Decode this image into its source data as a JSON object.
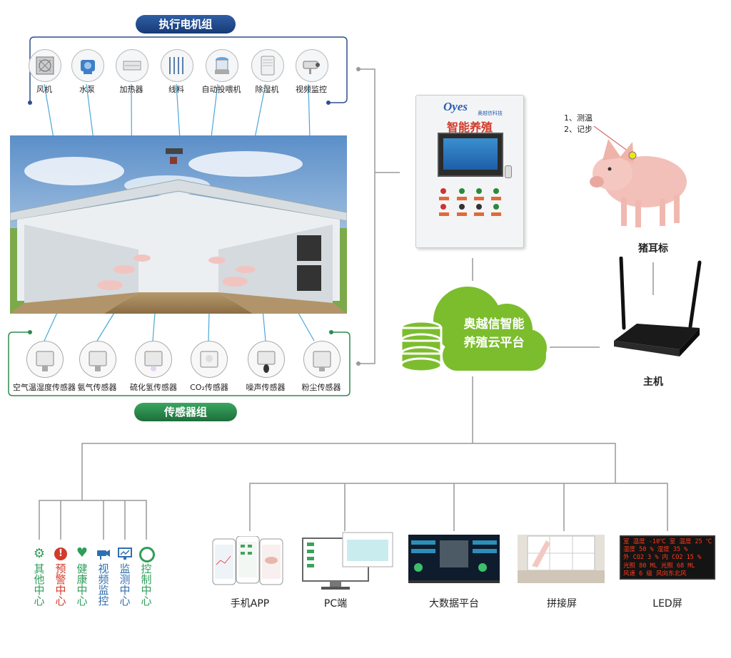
{
  "actuators": {
    "title": "执行电机组",
    "items": [
      {
        "label": "风机",
        "icon": "fan-icon"
      },
      {
        "label": "水泵",
        "icon": "water-pump-icon"
      },
      {
        "label": "加热器",
        "icon": "heater-icon"
      },
      {
        "label": "线料",
        "icon": "feed-line-icon"
      },
      {
        "label": "自动投喂机",
        "icon": "auto-feeder-icon"
      },
      {
        "label": "除湿机",
        "icon": "dehumidifier-icon"
      },
      {
        "label": "视频监控",
        "icon": "camera-icon"
      }
    ]
  },
  "sensors": {
    "title": "传感器组",
    "items": [
      {
        "label": "空气温湿度传感器"
      },
      {
        "label": "氨气传感器"
      },
      {
        "label": "硫化氢传感器"
      },
      {
        "label": "CO₂传感器"
      },
      {
        "label": "噪声传感器"
      },
      {
        "label": "粉尘传感器"
      }
    ]
  },
  "controller": {
    "brand": "Oyes",
    "brand_cn": "奥越信科技",
    "title": "智能养殖"
  },
  "pig": {
    "notes": [
      "1、测温",
      "2、记步"
    ],
    "label": "猪耳标"
  },
  "host": {
    "label": "主机"
  },
  "cloud": {
    "line1": "奥越信智能",
    "line2": "养殖云平台"
  },
  "centers": [
    {
      "chars": [
        "其",
        "他",
        "中",
        "心"
      ],
      "icon": "gear-icon",
      "color": "#2e9e5a"
    },
    {
      "chars": [
        "预",
        "警",
        "中",
        "心"
      ],
      "icon": "alert-icon",
      "color": "#d23a2a"
    },
    {
      "chars": [
        "健",
        "康",
        "中",
        "心"
      ],
      "icon": "heart-icon",
      "color": "#2e9e5a"
    },
    {
      "chars": [
        "视",
        "频",
        "监",
        "控"
      ],
      "icon": "camera-icon",
      "color": "#2f6fb0"
    },
    {
      "chars": [
        "监",
        "测",
        "中",
        "心"
      ],
      "icon": "monitor-icon",
      "color": "#2f6fb0"
    },
    {
      "chars": [
        "控",
        "制",
        "中",
        "心"
      ],
      "icon": "control-icon",
      "color": "#2e9e5a"
    }
  ],
  "terminals": [
    {
      "label": "手机APP"
    },
    {
      "label": "PC端"
    },
    {
      "label": "大数据平台"
    },
    {
      "label": "拼接屏"
    },
    {
      "label": "LED屏"
    }
  ],
  "led": {
    "rows": [
      "室 温度 -10℃ 室 温度 25 ℃",
      "  湿度 50 %    湿度 35 %",
      "外 CO2 3 %  内 CO2 15 %",
      "  光照 80 ML   光照 68 ML",
      "风速 6 级   风向东北风"
    ]
  }
}
